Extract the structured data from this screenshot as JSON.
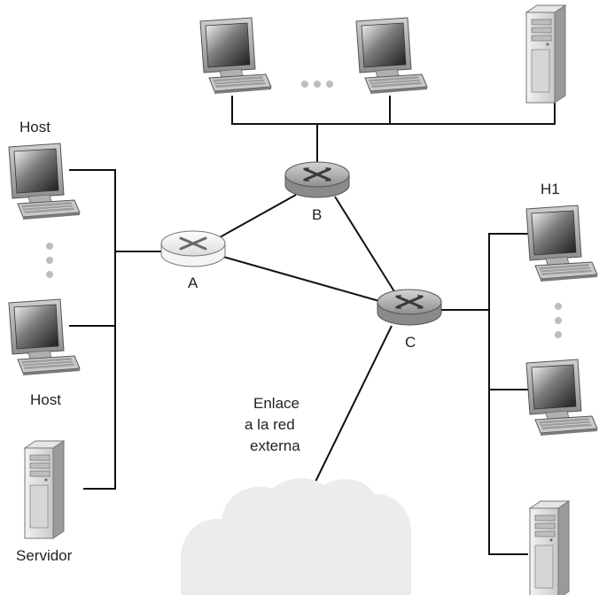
{
  "labels": {
    "host_top": "Host",
    "host_bottom": "Host",
    "servidor": "Servidor",
    "router_a": "A",
    "router_b": "B",
    "router_c": "C",
    "h1": "H1",
    "enlace_line1": "Enlace",
    "enlace_line2": "a la red",
    "enlace_line3": "externa"
  },
  "icons": {
    "computer": "desktop-computer-icon",
    "server": "server-tower-icon",
    "router": "router-icon",
    "cloud": "cloud-icon",
    "ellipsis": "ellipsis-dots-icon"
  },
  "colors": {
    "line": "#111111",
    "text": "#222222",
    "router_active": "#b8b8b8",
    "router_idle": "#f2f2f2",
    "cloud": "#eeeeee"
  }
}
